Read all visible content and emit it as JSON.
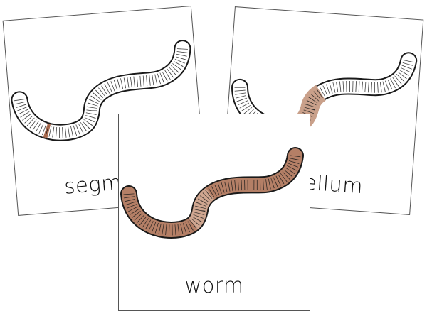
{
  "cards": [
    {
      "label": "segment",
      "body_color": "#ffffff",
      "highlight": "segment",
      "highlight_color": "#a86a4e"
    },
    {
      "label": "clitellum",
      "body_color": "#ffffff",
      "highlight": "clitellum",
      "highlight_color": "#c9a08a"
    },
    {
      "label": "worm",
      "body_color": "#b47f66",
      "highlight": "clitellum",
      "highlight_color": "#cfa690"
    }
  ],
  "colors": {
    "outline": "#1a1a1a",
    "card_border": "#555555"
  }
}
